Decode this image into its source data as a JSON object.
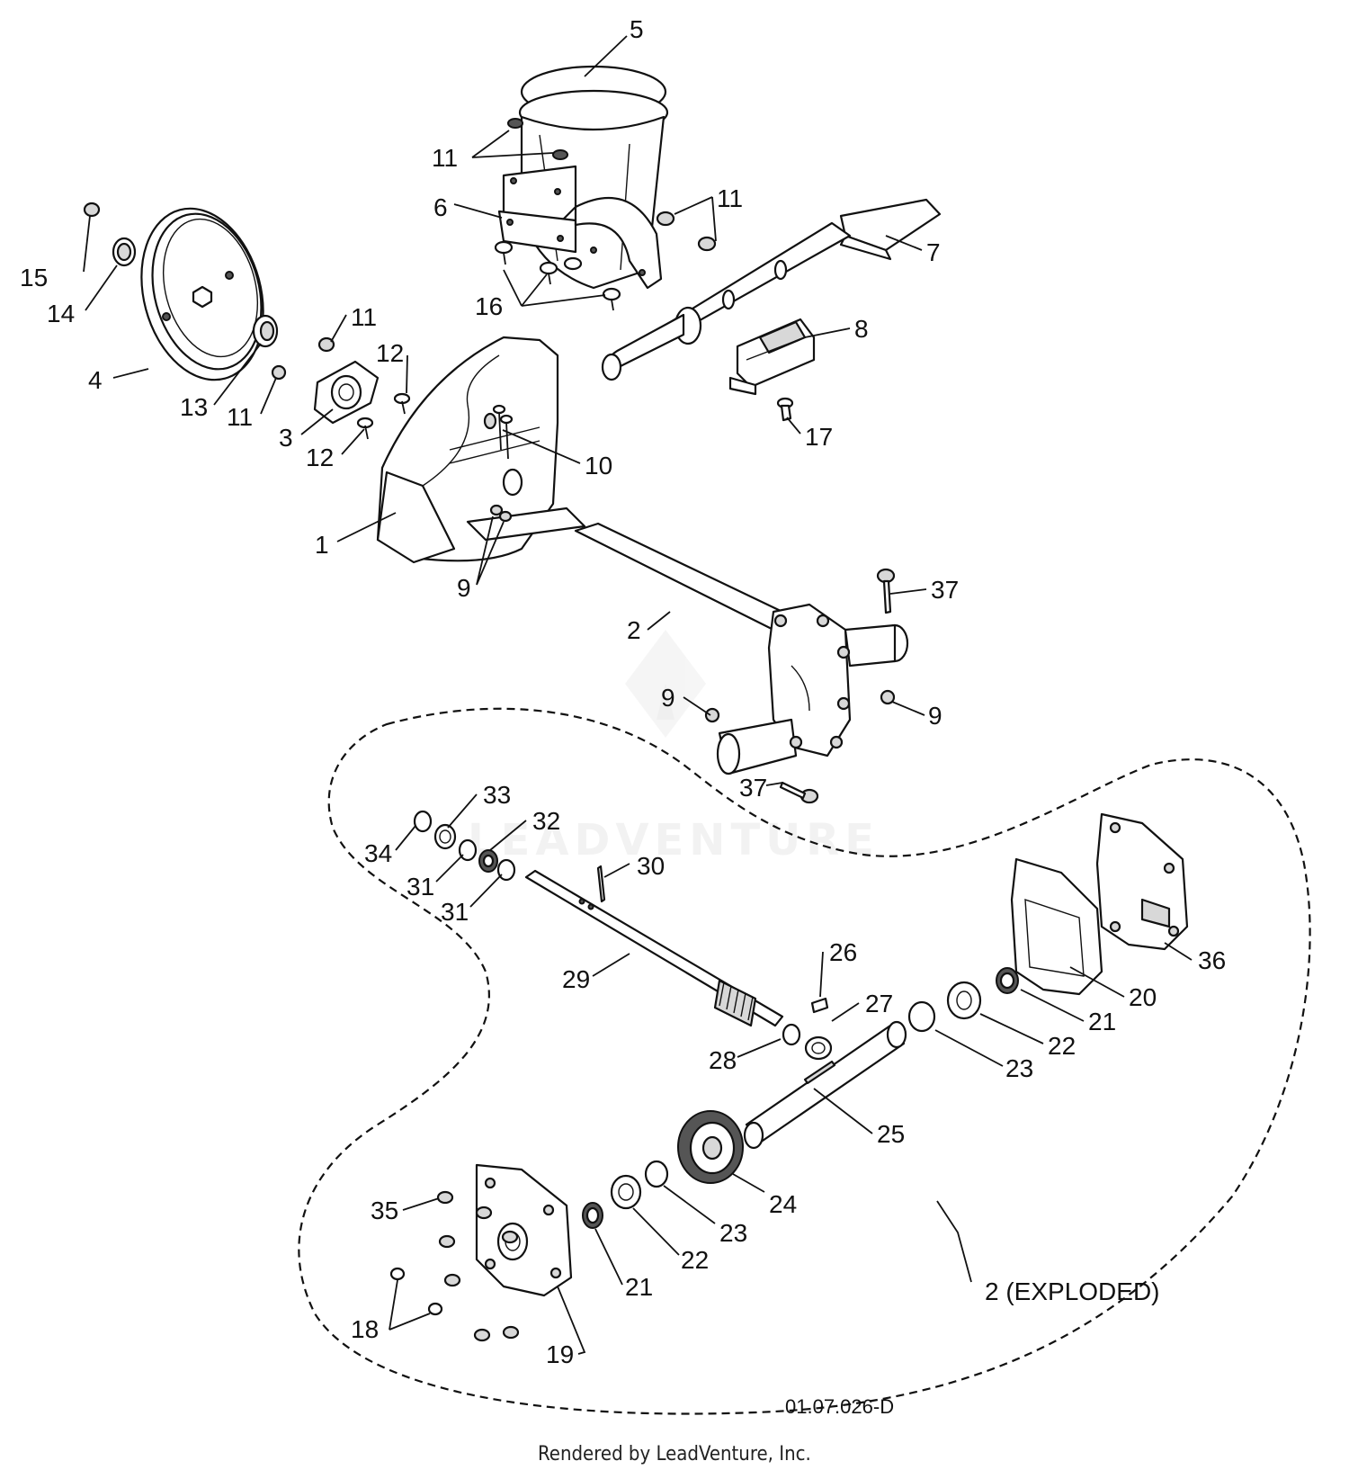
{
  "diagram": {
    "drawing_number": "01.07.026-D",
    "footer": "Rendered by LeadVenture, Inc.",
    "exploded_note": "2 (EXPLODED)",
    "watermark": "LEADVENTURE",
    "callouts": [
      "1",
      "2",
      "3",
      "4",
      "5",
      "6",
      "7",
      "8",
      "9",
      "10",
      "11",
      "12",
      "13",
      "14",
      "15",
      "16",
      "17",
      "18",
      "19",
      "20",
      "21",
      "22",
      "23",
      "24",
      "25",
      "26",
      "27",
      "28",
      "29",
      "30",
      "31",
      "32",
      "33",
      "34",
      "35",
      "36",
      "37"
    ]
  }
}
